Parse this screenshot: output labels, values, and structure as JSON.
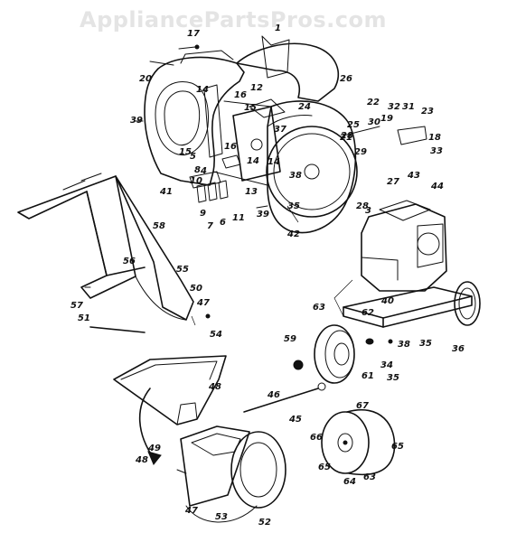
{
  "watermark": "AppliancePartsPros.com",
  "diagram": {
    "part_labels": [
      "1",
      "3",
      "4",
      "5",
      "6",
      "7",
      "8",
      "9",
      "10",
      "11",
      "12",
      "13",
      "14",
      "14",
      "14",
      "15",
      "15",
      "16",
      "16",
      "17",
      "18",
      "19",
      "20",
      "21",
      "22",
      "23",
      "24",
      "25",
      "26",
      "27",
      "28",
      "28",
      "29",
      "30",
      "31",
      "32",
      "33",
      "34",
      "35",
      "35",
      "35",
      "36",
      "37",
      "38",
      "38",
      "39",
      "39",
      "40",
      "41",
      "42",
      "43",
      "44",
      "45",
      "46",
      "47",
      "47",
      "48",
      "48",
      "49",
      "50",
      "51",
      "52",
      "53",
      "54",
      "55",
      "56",
      "57",
      "58",
      "59",
      "61",
      "62",
      "63",
      "63",
      "64",
      "65",
      "65",
      "66",
      "67"
    ]
  }
}
